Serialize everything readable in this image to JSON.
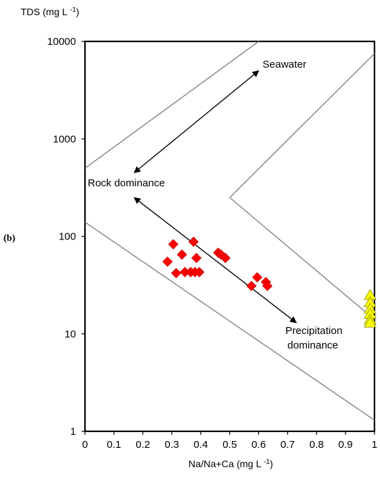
{
  "panel_label": "(b)",
  "chart_data": {
    "type": "scatter",
    "title": "",
    "ylabel": "TDS (mg L -1)",
    "ylabel_parts": {
      "main": "TDS (mg  L ",
      "sup": "-1",
      "close": ")"
    },
    "xlabel": "Na/Na+Ca (mg L -1)",
    "xlabel_parts": {
      "main": "Na/Na+Ca (mg L ",
      "sup": "-1",
      "close": ")"
    },
    "xlim": [
      0,
      1
    ],
    "ylim": [
      1,
      10000
    ],
    "yscale": "log",
    "grid": false,
    "x_ticks": [
      "0",
      "0.1",
      "0.2",
      "0.3",
      "0.4",
      "0.5",
      "0.6",
      "0.7",
      "0.8",
      "0.9",
      "1"
    ],
    "y_ticks": [
      "1",
      "10",
      "100",
      "1000",
      "10000"
    ],
    "annotations": {
      "seawater": "Seawater",
      "rock": "Rock dominance",
      "precip_line1": "Precipitation",
      "precip_line2": "dominance"
    },
    "boundary_lines": [
      {
        "points": [
          [
            0,
            500
          ],
          [
            0.6,
            10000
          ]
        ]
      },
      {
        "points": [
          [
            0.5,
            250
          ],
          [
            1,
            7500
          ]
        ]
      },
      {
        "points": [
          [
            0.5,
            250
          ],
          [
            1,
            14
          ]
        ]
      },
      {
        "points": [
          [
            0,
            140
          ],
          [
            1,
            1.3
          ]
        ]
      }
    ],
    "arrows": [
      {
        "from": [
          0.6,
          5000
        ],
        "to": [
          0.17,
          450
        ]
      },
      {
        "from": [
          0.17,
          250
        ],
        "to": [
          0.73,
          13
        ]
      }
    ],
    "series": [
      {
        "marker": "diamond",
        "color": "#ff0000",
        "points": [
          [
            0.285,
            55
          ],
          [
            0.305,
            83
          ],
          [
            0.315,
            42
          ],
          [
            0.335,
            65
          ],
          [
            0.345,
            43
          ],
          [
            0.365,
            43
          ],
          [
            0.375,
            88
          ],
          [
            0.38,
            43
          ],
          [
            0.385,
            60
          ],
          [
            0.395,
            43
          ],
          [
            0.46,
            68
          ],
          [
            0.47,
            65
          ],
          [
            0.485,
            60
          ],
          [
            0.575,
            31
          ],
          [
            0.595,
            38
          ],
          [
            0.625,
            34
          ],
          [
            0.63,
            31
          ]
        ]
      },
      {
        "marker": "triangle",
        "color": "#ffff00",
        "points": [
          [
            0.985,
            25
          ],
          [
            0.985,
            21
          ],
          [
            0.985,
            18
          ],
          [
            0.985,
            16
          ],
          [
            0.985,
            14
          ],
          [
            0.985,
            13
          ]
        ]
      }
    ]
  }
}
